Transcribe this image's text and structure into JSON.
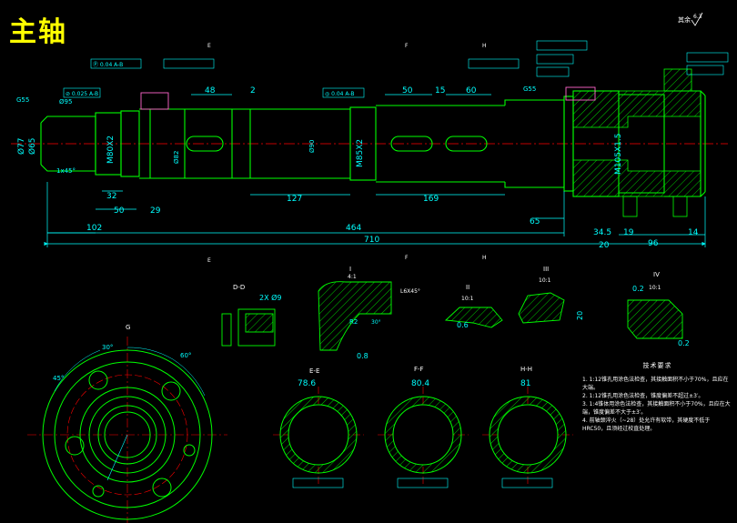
{
  "title": "主轴",
  "roughness_label": "其余",
  "roughness_value": "6.3",
  "dimensions": {
    "total_length": "710",
    "length_464": "464",
    "length_102": "102",
    "length_127": "127",
    "length_169": "169",
    "length_50": "50",
    "length_29": "29",
    "length_32": "32",
    "length_65": "65",
    "length_34_5": "34.5",
    "length_20": "20",
    "length_19": "19",
    "length_14": "14",
    "length_96": "96",
    "length_48": "48",
    "length_2": "2",
    "length_15": "15",
    "length_60": "60",
    "length_50_top": "50",
    "dia_77": "Ø77",
    "dia_65": "Ø65",
    "dia_80": "M80X2",
    "dia_82": "Ø82",
    "dia_85": "M85X2",
    "dia_90": "Ø90",
    "dia_105": "M105X1.5",
    "chamfer": "1x45°",
    "g55": "G55",
    "g55_right": "G55",
    "dia_95": "Ø95"
  },
  "tolerance_frames": [
    {
      "id": "t1",
      "text": "Ⓟ 0.04 A-B"
    },
    {
      "id": "t2",
      "text": "⊘ 0.025 A-B"
    },
    {
      "id": "t3",
      "text": "◎ 0.04 A-B"
    }
  ],
  "section_labels": {
    "dd": "D-D",
    "e": "E-E",
    "f": "F-F",
    "h": "H-H",
    "g": "G",
    "i": "I",
    "ii": "II",
    "iii": "III",
    "iv": "IV"
  },
  "section_dims": {
    "e_dia": "78.6",
    "f_dia": "80.4",
    "h_dia": "81",
    "chamfer_detail": "L6X45°",
    "r2": "R2",
    "angle30": "30°",
    "v08": "0.8",
    "scale1": "4:1",
    "scale2": "10:1",
    "scale3": "10:1",
    "scale4": "10:1",
    "iv_02a": "0.2",
    "iv_02b": "0.2",
    "ii_06": "0.6",
    "iii_20": "20",
    "dd_29": "2X Ø9",
    "g_angle30": "30°",
    "g_angle45": "45°",
    "g_angle60": "60°"
  },
  "notes": {
    "title": "技术要求",
    "items": [
      "1. 1:12锥孔用涂色法检查，其接触面积不小于70%，且应在大端。",
      "2. 1:12锥孔用涂色法检查，锥度偏差不超过±3′。",
      "3. 1:4锥体用涂色法检查，其接触面积不小于70%，且应在大端，锥度偏差不大于±3′。",
      "4. 前轴颈淬火（~28）处允许有软带，其硬度不低于HRC50，且须经过校直处理。"
    ]
  },
  "colors": {
    "outline": "#00ff00",
    "dim": "#00ffff",
    "center": "#ff0000",
    "title": "#ffff00",
    "hatch": "#00ff00",
    "text": "#ffffff"
  }
}
